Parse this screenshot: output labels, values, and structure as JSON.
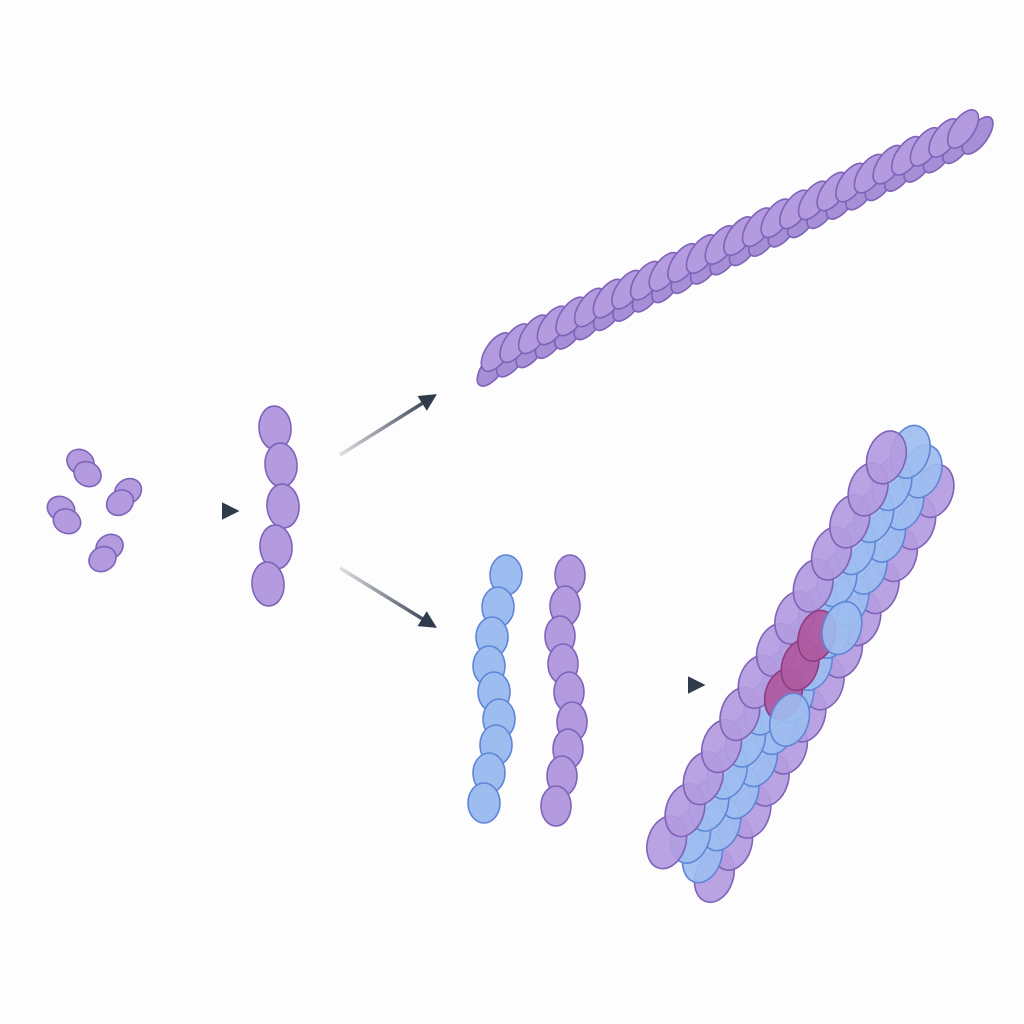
{
  "colors": {
    "background": "#fdfdfe",
    "monomer_fill": "#b49be0",
    "monomer_stroke": "#7e63b8",
    "blue_fill": "#9dbdf0",
    "blue_stroke": "#5f86d6",
    "magenta_fill": "#b05aa0",
    "magenta_stroke": "#8c3e82",
    "arrow": "#2f3a4a"
  },
  "stages": [
    {
      "id": "monomers",
      "description_icon": "monomer-cluster-icon"
    },
    {
      "id": "short-chain",
      "description_icon": "short-filament-icon"
    },
    {
      "id": "twisted-rope",
      "description_icon": "helical-rope-icon"
    },
    {
      "id": "parallel-strands",
      "description_icon": "two-strand-icon"
    },
    {
      "id": "bundled-fiber",
      "description_icon": "bundled-fiber-icon"
    }
  ],
  "arrows": [
    {
      "id": "monomers-to-chain"
    },
    {
      "id": "chain-to-rope"
    },
    {
      "id": "chain-to-strands"
    },
    {
      "id": "strands-to-bundle"
    }
  ]
}
